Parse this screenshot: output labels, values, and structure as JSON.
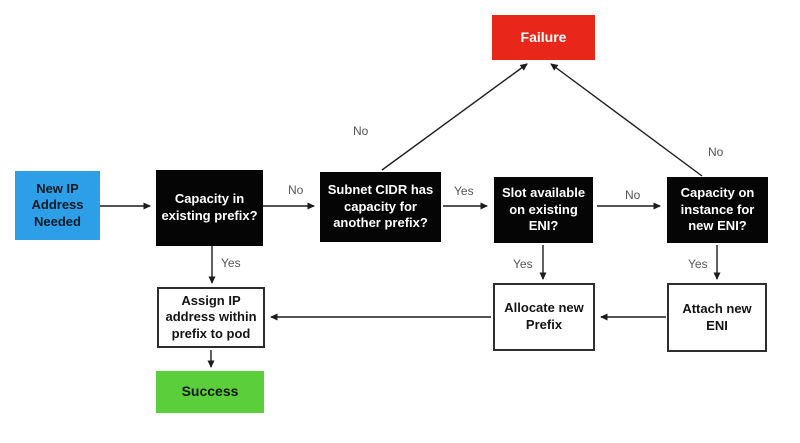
{
  "diagram": {
    "nodes": {
      "start": {
        "label": "New IP Address Needed",
        "color": "#2d9fe8",
        "text_color": "#0c1a24"
      },
      "q_capacity_existing_prefix": {
        "label": "Capacity in existing prefix?",
        "color": "#050505",
        "text_color": "#ffffff"
      },
      "q_subnet_cidr_capacity": {
        "label": "Subnet CIDR has capacity for another prefix?",
        "color": "#050505",
        "text_color": "#ffffff"
      },
      "q_slot_existing_eni": {
        "label": "Slot available on existing ENI?",
        "color": "#050505",
        "text_color": "#ffffff"
      },
      "q_capacity_new_eni": {
        "label": "Capacity on instance for new ENI?",
        "color": "#050505",
        "text_color": "#ffffff"
      },
      "failure": {
        "label": "Failure",
        "color": "#e8271a",
        "text_color": "#ffffff"
      },
      "assign_ip": {
        "label": "Assign IP address within prefix to pod",
        "color": "#ffffff",
        "text_color": "#141414"
      },
      "allocate_prefix": {
        "label": "Allocate new Prefix",
        "color": "#ffffff",
        "text_color": "#141414"
      },
      "attach_eni": {
        "label": "Attach new ENI",
        "color": "#ffffff",
        "text_color": "#141414"
      },
      "success": {
        "label": "Success",
        "color": "#5bce3c",
        "text_color": "#101810"
      }
    },
    "edge_labels": {
      "capacity_prefix_no": "No",
      "capacity_prefix_yes": "Yes",
      "subnet_cidr_no": "No",
      "subnet_cidr_yes": "Yes",
      "slot_eni_no": "No",
      "slot_eni_yes": "Yes",
      "capacity_eni_no": "No",
      "capacity_eni_yes": "Yes"
    },
    "colors": {
      "arrow": "#1c1c1c",
      "edge_label": "#565656",
      "background": "#ffffff"
    }
  }
}
